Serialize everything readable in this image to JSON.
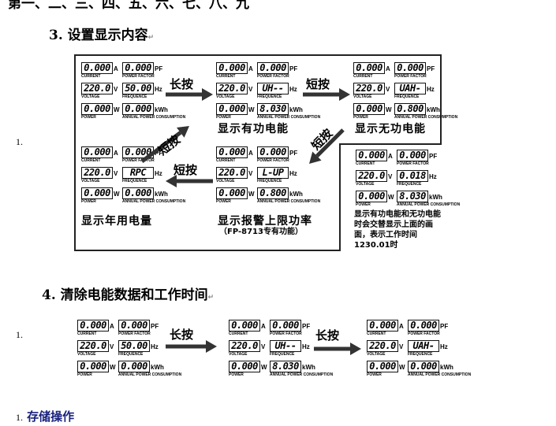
{
  "top_heading": "第一、二、三、四、五、六、七、八、九",
  "section3": {
    "title": "3. 设置显示内容",
    "marker": "↵",
    "list_num": "1."
  },
  "section4": {
    "title": "4. 清除电能数据和工作时间",
    "marker": "↵",
    "list_num": "1."
  },
  "section5": {
    "list_num": "1.",
    "title": "存储操作"
  },
  "labels": {
    "a": "A",
    "pf": "PF",
    "v": "V",
    "hz": "Hz",
    "w": "W",
    "kwh": "kWh",
    "current": "CURRENT",
    "power_factor": "POWER FACTOR",
    "voltage": "VOLTAGE",
    "frequence": "FREQUENCE",
    "power": "POWER",
    "energy": "ANNUAL POWER CONSUMPTION"
  },
  "arrows": {
    "long_press": "长按",
    "short_press": "短按"
  },
  "panels": {
    "default": {
      "current": "0.000",
      "pf": "0.000",
      "voltage": "220.0",
      "hz": "50.00",
      "power": "0.000",
      "energy": "0.000"
    },
    "active": {
      "current": "0.000",
      "pf": "0.000",
      "voltage": "220.0",
      "hz": "UH--",
      "power": "0.000",
      "energy": "8.030"
    },
    "reactive": {
      "current": "0.000",
      "pf": "0.000",
      "voltage": "220.0",
      "hz": "UAH-",
      "power": "0.000",
      "energy": "0.800"
    },
    "alarm": {
      "current": "0.000",
      "pf": "0.000",
      "voltage": "220.0",
      "hz": "L-UP",
      "power": "0.000",
      "energy": "0.800"
    },
    "year": {
      "current": "0.000",
      "pf": "0.000",
      "voltage": "220.0",
      "hz": "RPC",
      "power": "0.000",
      "energy": "0.000"
    },
    "hours": {
      "current": "0.000",
      "pf": "0.000",
      "voltage": "220.0",
      "hz": "0.018",
      "power": "0.000",
      "energy": "8.030"
    }
  },
  "captions": {
    "active": "显示有功电能",
    "reactive": "显示无功电能",
    "year": "显示年用电量",
    "alarm": "显示报警上限功率",
    "alarm_sub": "（FP-8713专有功能）",
    "note": "显示有功电能和无功电能时会交替显示上面的画面，表示工作时间1230.01时"
  },
  "s4panels": {
    "p1": {
      "current": "0.000",
      "pf": "0.000",
      "voltage": "220.0",
      "hz": "50.00",
      "power": "0.000",
      "energy": "0.000"
    },
    "p2": {
      "current": "0.000",
      "pf": "0.000",
      "voltage": "220.0",
      "hz": "UH--",
      "power": "0.000",
      "energy": "8.030"
    },
    "p3": {
      "current": "0.000",
      "pf": "0.000",
      "voltage": "220.0",
      "hz": "UAH-",
      "power": "0.000",
      "energy": "0.000"
    }
  }
}
